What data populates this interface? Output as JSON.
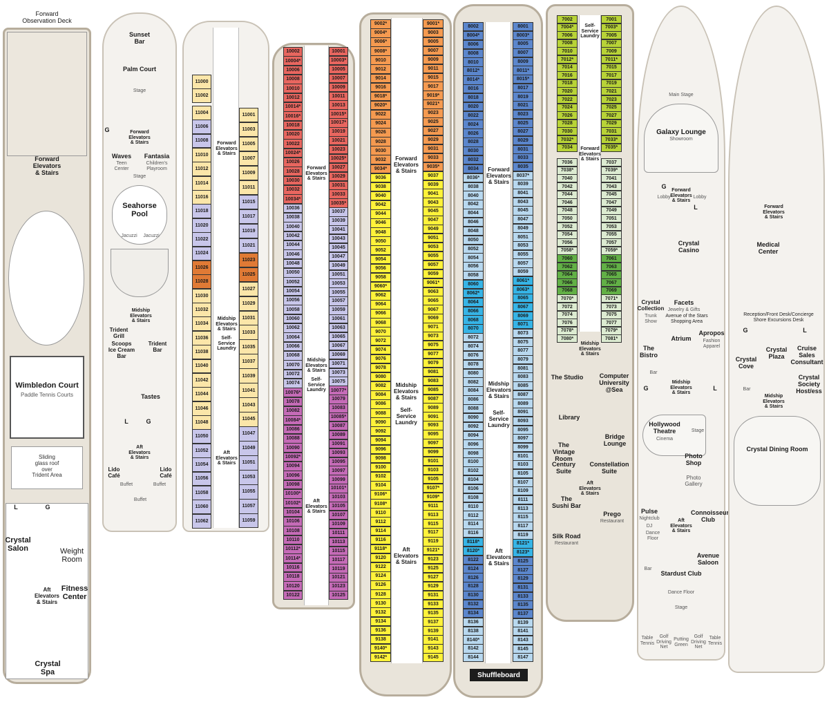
{
  "colors": {
    "d11_cream": "#fbe6a9",
    "d11_lav": "#c8c6ea",
    "d11_orange": "#e07a35",
    "d10_red": "#e8665f",
    "d10_lav": "#c8c6ea",
    "d10_purple": "#c56bb7",
    "d9_orange": "#f59a50",
    "d9_yellow": "#fff23a",
    "d8_blue": "#5b86cc",
    "d8_light": "#b8d8ef",
    "d8_cyan": "#36b4e6",
    "d7_lime": "#b8d337",
    "d7_pale": "#dcebd1",
    "d7_green": "#62b046"
  },
  "deck12": {
    "forward": "Forward\nObservation Deck",
    "fwd_elev": "Forward\nElevators\n& Stairs",
    "court": "Wimbledon Court",
    "court_sub": "Paddle Tennis Courts",
    "roof": "Sliding\nglass roof\nover\nTrident Area",
    "salon": "Crystal\nSalon",
    "weight": "Weight\nRoom",
    "fitness": "Fitness\nCenter",
    "aft_elev": "Aft\nElevators\n& Stairs",
    "spa": "Crystal\nSpa",
    "L": "L",
    "G": "G"
  },
  "deck11": {
    "sunset": "Sunset\nBar",
    "palm": "Palm Court",
    "stage": "Stage",
    "fwd_elev": "Forward\nElevators\n& Stairs",
    "waves": "Waves",
    "waves_sub": "Teen\nCenter",
    "fantasia": "Fantasia",
    "fantasia_sub": "Children's\nPlayroom",
    "stage2": "Stage",
    "pool": "Seahorse\nPool",
    "jacuzzi1": "Jacuzzi",
    "jacuzzi2": "Jacuzzi",
    "mid_elev": "Midship\nElevators\n& Stairs",
    "trident": "Trident\nGrill",
    "scoops": "Scoops\nIce Cream\nBar",
    "trident_bar": "Trident\nBar",
    "tastes": "Tastes",
    "aft_elev": "Aft\nElevators\n& Stairs",
    "lido1": "Lido\nCafé",
    "lido2": "Lido\nCafé",
    "buffet1": "Buffet",
    "buffet2": "Buffet",
    "buffet3": "Buffet",
    "G": "G",
    "L": "L"
  },
  "deck11c": {
    "fwd": "Forward\nElevators\n& Stairs",
    "mid": "Midship\nElevators\n& Stairs",
    "laundry": "Self-\nService\nLaundry",
    "aft": "Aft\nElevators\n& Stairs",
    "left": [
      "11000",
      "11002",
      "11004",
      "11006",
      "11008",
      "11010",
      "11012",
      "11014",
      "11016",
      "11018",
      "11020",
      "11022",
      "11024",
      "11026",
      "11028",
      "11030",
      "11032",
      "11034",
      "11036",
      "11038",
      "11040",
      "11042",
      "11044",
      "11046",
      "11048",
      "11050",
      "11052",
      "11054",
      "11056",
      "11058",
      "11060",
      "11062"
    ],
    "right": [
      "11001",
      "11003",
      "11005",
      "11007",
      "11009",
      "11011",
      "11015",
      "11017",
      "11019",
      "11021",
      "11023",
      "11025",
      "11027",
      "11029",
      "11031",
      "11033",
      "11035",
      "11037",
      "11039",
      "11041",
      "11043",
      "11045",
      "11047",
      "11049",
      "11051",
      "11053",
      "11055",
      "11057",
      "11059"
    ]
  },
  "deck10c": {
    "fwd": "Forward\nElevators\n& Stairs",
    "mid": "Midship\nElevators\n& Stairs",
    "laundry": "Self-\nService\nLaundry",
    "aft": "Aft\nElevators\n& Stairs",
    "left": [
      "10002",
      "10004*",
      "10006",
      "10008",
      "10010",
      "10012",
      "10014*",
      "10016*",
      "10018",
      "10020",
      "10022",
      "10024*",
      "10026",
      "10028",
      "10030",
      "10032",
      "10034*",
      "10036",
      "10038",
      "10040",
      "10042",
      "10044",
      "10046",
      "10048",
      "10050",
      "10052",
      "10054",
      "10056",
      "10058",
      "10060",
      "10062",
      "10064",
      "10066",
      "10068",
      "10070",
      "10072",
      "10074",
      "10076*",
      "10078",
      "10082",
      "10084*",
      "10086",
      "10088",
      "10090",
      "10092*",
      "10094",
      "10096",
      "10098",
      "10100*",
      "10102*",
      "10104",
      "10106",
      "10108",
      "10110",
      "10112*",
      "10114*",
      "10116",
      "10118",
      "10120",
      "10122"
    ],
    "right": [
      "10001",
      "10003*",
      "10005",
      "10007",
      "10009",
      "10011",
      "10013",
      "10015*",
      "10017*",
      "10019",
      "10021",
      "10023",
      "10025*",
      "10027",
      "10029",
      "10031",
      "10033",
      "10035*",
      "10037",
      "10039",
      "10041",
      "10043",
      "10045",
      "10047",
      "10049",
      "10051",
      "10053",
      "10055",
      "10057",
      "10059",
      "10061",
      "10063",
      "10065",
      "10067",
      "10069",
      "10071",
      "10073",
      "10075",
      "10077*",
      "10079",
      "10083",
      "10085*",
      "10087",
      "10089",
      "10091",
      "10093",
      "10095",
      "10097",
      "10099",
      "10101*",
      "10103",
      "10105",
      "10107",
      "10109",
      "10111",
      "10113",
      "10115",
      "10117",
      "10119",
      "10121",
      "10123",
      "10125"
    ]
  },
  "deck9c": {
    "fwd": "Forward\nElevators\n& Stairs",
    "mid": "Midship\nElevators\n& Stairs",
    "laundry": "Self-\nService\nLaundry",
    "aft": "Aft\nElevators\n& Stairs",
    "left": [
      "9002*",
      "9004*",
      "9006*",
      "9008*",
      "9010",
      "9012",
      "9014",
      "9016",
      "9018*",
      "9020*",
      "9022",
      "9024",
      "9026",
      "9028",
      "9030",
      "9032",
      "9034*",
      "9036",
      "9038",
      "9040",
      "9042",
      "9044",
      "9046",
      "9048",
      "9050",
      "9052",
      "9054",
      "9056",
      "9058",
      "9060*",
      "9062",
      "9064",
      "9066",
      "9068",
      "9070",
      "9072",
      "9074",
      "9076",
      "9078",
      "9080",
      "9082",
      "9084",
      "9086",
      "9088",
      "9090",
      "9092",
      "9094",
      "9096",
      "9098",
      "9100",
      "9102",
      "9104",
      "9106*",
      "9108*",
      "9110",
      "9112",
      "9114",
      "9116",
      "9118*",
      "9120",
      "9122",
      "9124",
      "9126",
      "9128",
      "9130",
      "9132",
      "9134",
      "9136",
      "9138",
      "9140*",
      "9142*"
    ],
    "right": [
      "9001*",
      "9003",
      "9005",
      "9007",
      "9009",
      "9011",
      "9015",
      "9017",
      "9019*",
      "9021*",
      "9023",
      "9025",
      "9027",
      "9029",
      "9031",
      "9033",
      "9035*",
      "9037",
      "9039",
      "9041",
      "9043",
      "9045",
      "9047",
      "9049",
      "9051",
      "9053",
      "9055",
      "9057",
      "9059",
      "9061*",
      "9063",
      "9065",
      "9067",
      "9069",
      "9071",
      "9073",
      "9075",
      "9077",
      "9079",
      "9081",
      "9083",
      "9085",
      "9087",
      "9089",
      "9091",
      "9093",
      "9095",
      "9097",
      "9099",
      "9101",
      "9103",
      "9105",
      "9107*",
      "9109*",
      "9111",
      "9113",
      "9115",
      "9117",
      "9119",
      "9121*",
      "9123",
      "9125",
      "9127",
      "9129",
      "9131",
      "9133",
      "9135",
      "9137",
      "9139",
      "9141",
      "9143",
      "9145"
    ]
  },
  "deck8c": {
    "fwd": "Forward\nElevators\n& Stairs",
    "mid": "Midship\nElevators\n& Stairs",
    "laundry": "Self-\nService\nLaundry",
    "aft": "Aft\nElevators\n& Stairs",
    "shuffleboard": "Shuffleboard",
    "left": [
      "8002",
      "8004*",
      "8006",
      "8008",
      "8010",
      "8012*",
      "8014*",
      "8016",
      "8018",
      "8020",
      "8022",
      "8024",
      "8026",
      "8028",
      "8030",
      "8032",
      "8034",
      "8036*",
      "8038",
      "8040",
      "8042",
      "8044",
      "8046",
      "8048",
      "8050",
      "8052",
      "8054",
      "8056",
      "8058",
      "8060",
      "8062*",
      "8064",
      "8066",
      "8068",
      "8070",
      "8072",
      "8074",
      "8076",
      "8078",
      "8080",
      "8082",
      "8084",
      "8086",
      "8088",
      "8090",
      "8092",
      "8094",
      "8096",
      "8098",
      "8100",
      "8102",
      "8104",
      "8106",
      "8108",
      "8110",
      "8112",
      "8114",
      "8116",
      "8118*",
      "8120*",
      "8122",
      "8124",
      "8126",
      "8128",
      "8130",
      "8132",
      "8134",
      "8136",
      "8138",
      "8140*",
      "8142",
      "8144"
    ],
    "right": [
      "8001",
      "8003*",
      "8005",
      "8007",
      "8009",
      "8011*",
      "8015*",
      "8017",
      "8019",
      "8021",
      "8023",
      "8025",
      "8027",
      "8029",
      "8031",
      "8033",
      "8035",
      "8037*",
      "8039",
      "8041",
      "8043",
      "8045",
      "8047",
      "8049",
      "8051",
      "8053",
      "8055",
      "8057",
      "8059",
      "8061*",
      "8063*",
      "8065",
      "8067",
      "8069",
      "8071",
      "8073",
      "8075",
      "8077",
      "8079",
      "8081",
      "8083",
      "8085",
      "8087",
      "8089",
      "8091",
      "8093",
      "8095",
      "8097",
      "8099",
      "8101",
      "8103",
      "8105",
      "8107",
      "8109",
      "8111",
      "8113",
      "8115",
      "8117",
      "8119",
      "8121*",
      "8123*",
      "8125",
      "8127",
      "8129",
      "8131",
      "8133",
      "8135",
      "8137",
      "8139",
      "8141",
      "8143",
      "8145",
      "8147"
    ]
  },
  "deck7c": {
    "laundry": "Self-\nService\nLaundry",
    "fwd": "Forward\nElevators\n& Stairs",
    "mid": "Midship\nElevators\n& Stairs",
    "studio": "The Studio",
    "computer": "Computer\nUniversity\n@Sea",
    "library": "Library",
    "vintage": "The\nVintage\nRoom",
    "bridge": "Bridge\nLounge",
    "century": "Century Suite",
    "constellation": "Constellation Suite",
    "aft": "Aft\nElevators\n& Stairs",
    "sushi": "The\nSushi Bar",
    "prego": "Prego",
    "prego_sub": "Restaurant",
    "silk": "Silk Road",
    "silk_sub": "Restaurant",
    "left": [
      "7002",
      "7004*",
      "7006",
      "7008",
      "7010",
      "7012*",
      "7014",
      "7016",
      "7018",
      "7020",
      "7022",
      "7024",
      "7026",
      "7028",
      "7030",
      "7032*",
      "7034",
      "7036",
      "7038*",
      "7040",
      "7042",
      "7044",
      "7046",
      "7048",
      "7050",
      "7052",
      "7054",
      "7056",
      "7058*",
      "7060",
      "7062",
      "7064",
      "7066",
      "7068",
      "7070*",
      "7072",
      "7074",
      "7076",
      "7078*",
      "7080*"
    ],
    "right": [
      "7001",
      "7003*",
      "7005",
      "7007",
      "7009",
      "7011*",
      "7015",
      "7017",
      "7019",
      "7021",
      "7023",
      "7025",
      "7027",
      "7029",
      "7031",
      "7033*",
      "7035*",
      "7037",
      "7039*",
      "7041",
      "7043",
      "7045",
      "7047",
      "7049",
      "7051",
      "7053",
      "7055",
      "7057",
      "7059*",
      "7061",
      "7063",
      "7065",
      "7067",
      "7069",
      "7071*",
      "7073",
      "7075",
      "7077",
      "7079*",
      "7081*"
    ]
  },
  "deck6": {
    "stage": "Main Stage",
    "galaxy": "Galaxy Lounge",
    "galaxy_sub": "Showroom",
    "fwd": "Forward\nElevators\n& Stairs",
    "lobby1": "Lobby",
    "lobby2": "Lobby",
    "casino": "Crystal\nCasino",
    "collection": "Crystal\nCollection",
    "collection_sub": "Trunk\nShow",
    "facets": "Facets",
    "facets_sub": "Jewelry & Gifts",
    "avenue": "Avenue of the Stars\nShopping Area",
    "atrium": "Atrium",
    "apropos": "Apropos",
    "apropos_sub": "Fashion\nApparel",
    "bistro": "The\nBistro",
    "bar": "Bar",
    "mid": "Midship\nElevators\n& Stairs",
    "hollywood": "Hollywood\nTheatre",
    "cinema": "Cinema",
    "stage2": "Stage",
    "photo": "Photo\nShop",
    "gallery": "Photo\nGallery",
    "pulse": "Pulse",
    "pulse_sub": "Nightclub",
    "dj": "DJ",
    "dance": "Dance\nFloor",
    "aft": "Aft\nElevators\n& Stairs",
    "connoisseur": "Connoisseur\nClub",
    "avenue_saloon": "Avenue\nSaloon",
    "stardust": "Stardust Club",
    "dance2": "Dance Floor",
    "stage3": "Stage",
    "bar2": "Bar",
    "table1": "Table\nTennis",
    "golf1": "Golf\nDriving\nNet",
    "putting": "Putting\nGreen",
    "golf2": "Golf\nDriving\nNet",
    "table2": "Table\nTennis",
    "G": "G",
    "L": "L"
  },
  "deck5": {
    "fwd": "Forward\nElevators\n& Stairs",
    "medical": "Medical\nCenter",
    "reception": "Reception/Front Desk/Concierge\nShore Excursions Desk",
    "crystal_cove": "Crystal\nCove",
    "plaza": "Crystal\nPlaza",
    "sales": "Cruise\nSales\nConsultant",
    "host": "Crystal\nSociety\nHost/ess",
    "mid": "Midship\nElevators\n& Stairs",
    "dining": "Crystal Dining Room",
    "G": "G",
    "L": "L",
    "bar": "Bar"
  }
}
